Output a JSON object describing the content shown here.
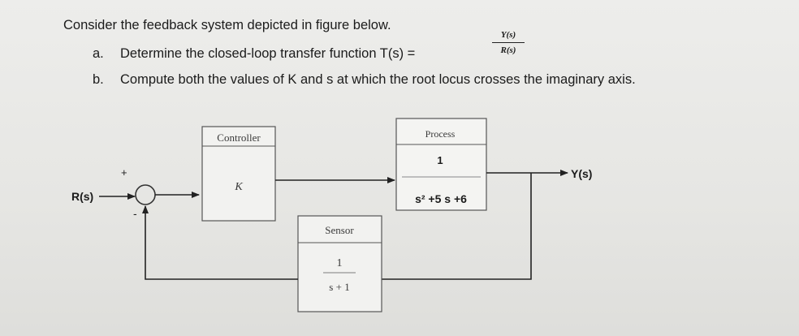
{
  "question": {
    "intro": "Consider the feedback system depicted in figure below.",
    "part_a_label": "a.",
    "part_a_text": "Determine the closed-loop transfer function T(s) =",
    "part_a_fraction": {
      "numerator": "Y(s)",
      "denominator": "R(s)"
    },
    "part_b_label": "b.",
    "part_b_text": "Compute both the values of K and s at which the root locus crosses the imaginary axis."
  },
  "diagram": {
    "input_label": "R(s)",
    "output_label": "Y(s)",
    "summing_plus": "+",
    "summing_minus": "-",
    "controller": {
      "title": "Controller",
      "gain": "K"
    },
    "process": {
      "title": "Process",
      "numerator": "1",
      "denominator": "s² +5 s +6"
    },
    "sensor": {
      "title": "Sensor",
      "numerator": "1",
      "denominator": "s + 1"
    }
  }
}
